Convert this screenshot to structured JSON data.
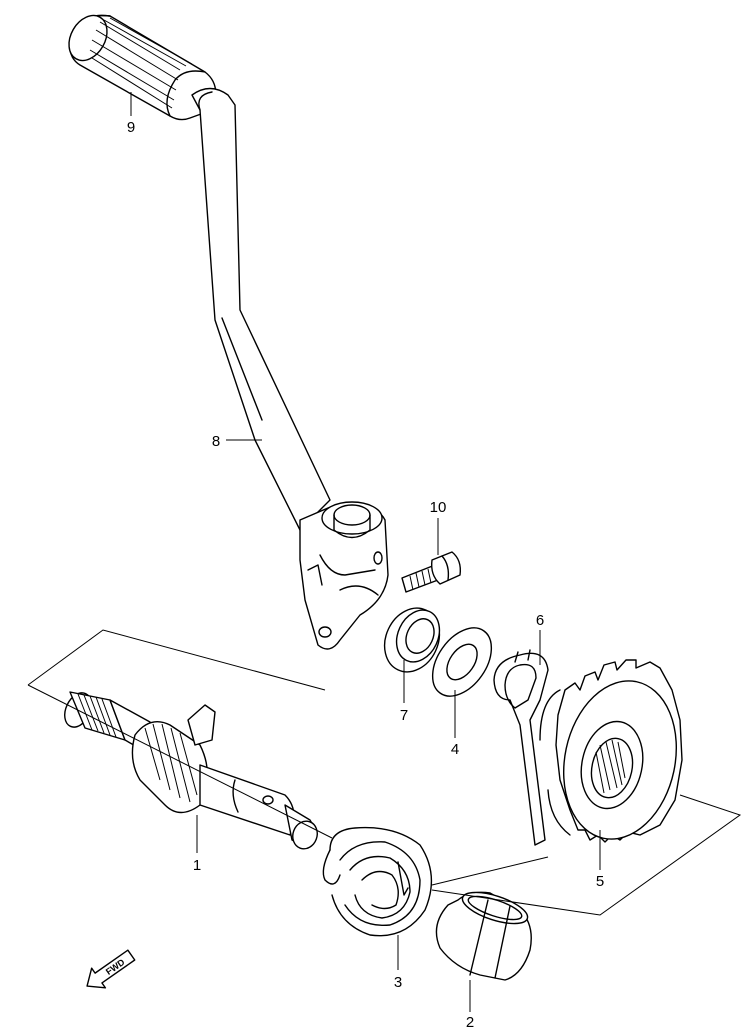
{
  "diagram": {
    "callouts": [
      {
        "id": "9",
        "label": "9"
      },
      {
        "id": "8",
        "label": "8"
      },
      {
        "id": "10",
        "label": "10"
      },
      {
        "id": "7",
        "label": "7"
      },
      {
        "id": "4",
        "label": "4"
      },
      {
        "id": "6",
        "label": "6"
      },
      {
        "id": "5",
        "label": "5"
      },
      {
        "id": "1",
        "label": "1"
      },
      {
        "id": "3",
        "label": "3"
      },
      {
        "id": "2",
        "label": "2"
      }
    ],
    "direction_arrow": {
      "label": "FWD",
      "icon": "fwd-arrow-icon"
    }
  }
}
